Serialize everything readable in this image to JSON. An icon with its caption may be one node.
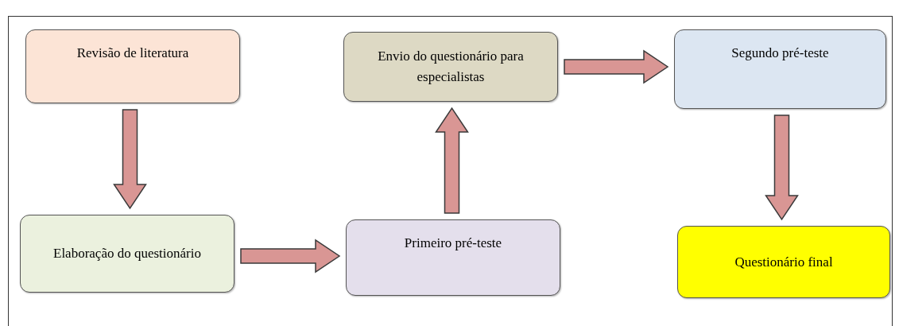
{
  "diagram": {
    "nodes": [
      {
        "text": [
          "Revisão de literatura"
        ]
      },
      {
        "text": [
          "Elaboração do questionário"
        ]
      },
      {
        "text": [
          "Primeiro pré-teste"
        ]
      },
      {
        "text": [
          "Envio do questionário para especialistas"
        ]
      },
      {
        "text": [
          "Segundo pré-teste"
        ]
      },
      {
        "text": [
          "Questionário final"
        ]
      }
    ],
    "edges": [
      {
        "from": 0,
        "to": 1,
        "arrow": "to"
      },
      {
        "from": 1,
        "to": 2,
        "arrow": "to"
      },
      {
        "from": 2,
        "to": 3,
        "arrow": "to"
      },
      {
        "from": 3,
        "to": 4,
        "arrow": "to"
      },
      {
        "from": 4,
        "to": 5,
        "arrow": "to"
      }
    ]
  }
}
